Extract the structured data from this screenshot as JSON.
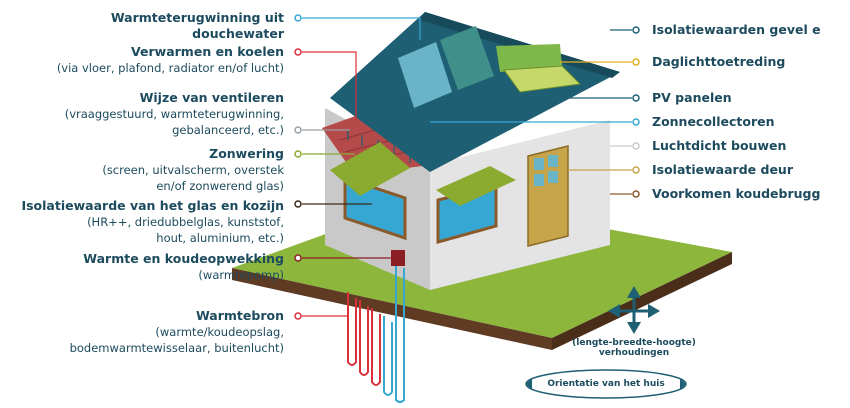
{
  "left_labels": [
    {
      "title": "Warmteterugwinning uit douchewater",
      "sub": []
    },
    {
      "title": "Verwarmen en koelen",
      "sub": [
        "(via vloer, plafond, radiator en/of lucht)"
      ]
    },
    {
      "title": "Wijze van ventileren",
      "sub": [
        "(vraaggestuurd, warmteterugwinning,",
        "gebalanceerd, etc.)"
      ]
    },
    {
      "title": "Zonwering",
      "sub": [
        "(screen, uitvalscherm, overstek",
        "en/of zonwerend glas)"
      ]
    },
    {
      "title": "Isolatiewaarde van het glas en kozijn",
      "sub": [
        "(HR++, driedubbelglas, kunststof,",
        "hout, aluminium, etc.)"
      ]
    },
    {
      "title": "Warmte en koudeopwekking",
      "sub": [
        "(warmtepomp)"
      ]
    },
    {
      "title": "Warmtebron",
      "sub": [
        "(warmte/koudeopslag,",
        "bodemwarmtewisselaar, buitenlucht)"
      ]
    }
  ],
  "right_labels": [
    "Isolatiewaarden gevel e",
    "Daglichttoetreding",
    "PV panelen",
    "Zonnecollectoren",
    "Luchtdicht bouwen",
    "Isolatiewaarde deur",
    "Voorkomen koudebrugg"
  ],
  "proportions_label": [
    "(lengte-breedte-hoogte)",
    "verhoudingen"
  ],
  "orientation_label": "Orientatie van het huis",
  "colors": {
    "text": "#1d4b5e",
    "roof": "#1f5f73",
    "wall": "#e4e4e4",
    "wall_side": "#c9c9c9",
    "grass": "#8cb63c",
    "ground": "#5e3b22",
    "green_accent": "#8aab2f",
    "door": "#c6a44a",
    "red": "#d9303a",
    "blue": "#36a7d3"
  }
}
